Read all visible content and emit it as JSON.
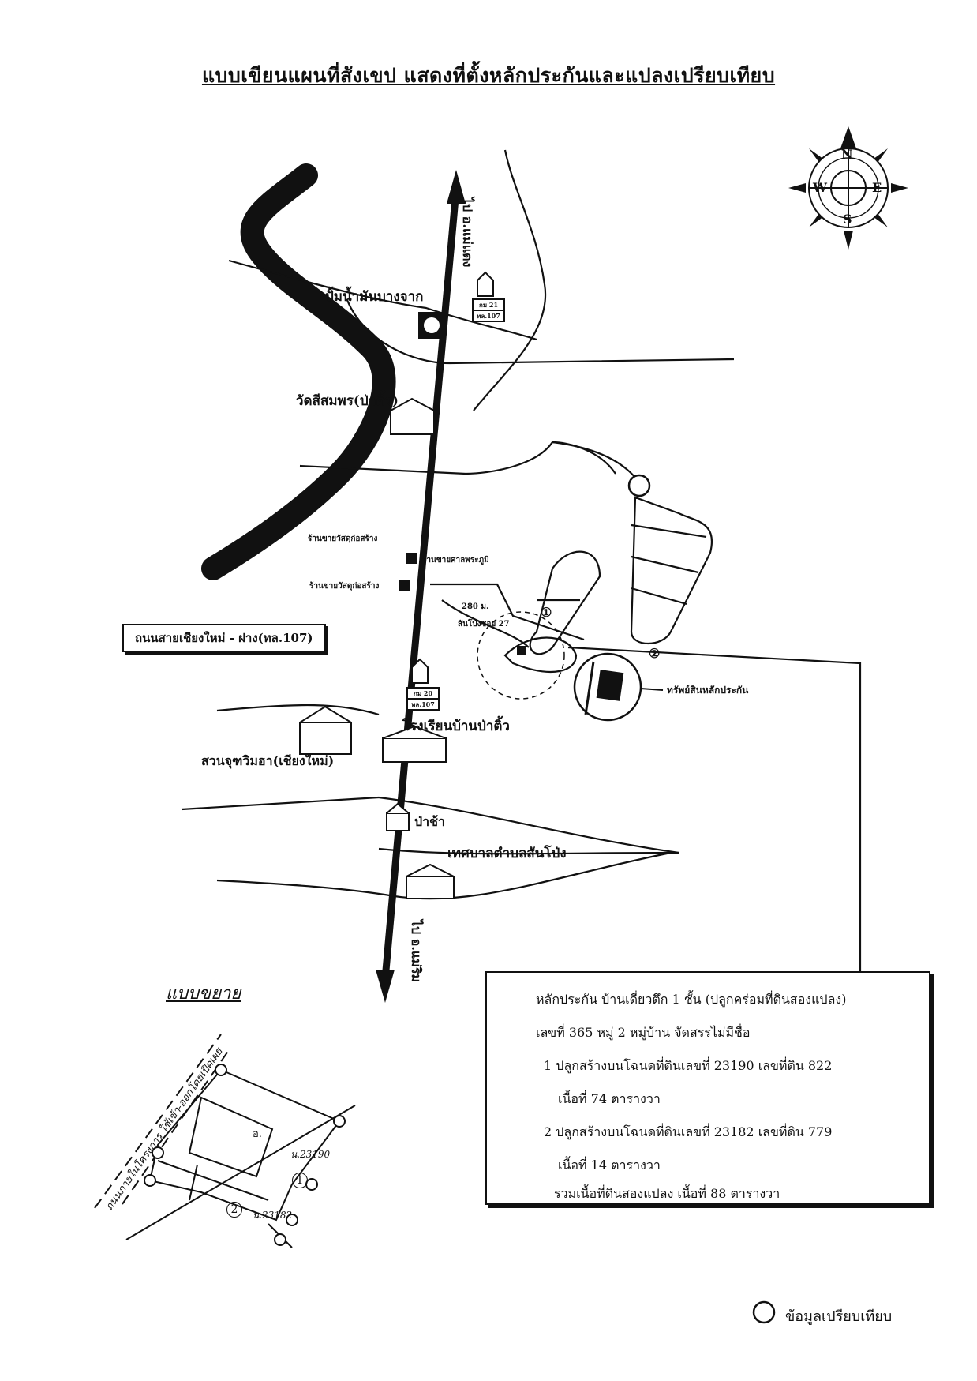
{
  "title": "แบบเขียนแผนที่สังเขป  แสดงที่ตั้งหลักประกันและแปลงเปรียบเทียบ",
  "compass": {
    "n": "N",
    "s": "S",
    "e": "E",
    "w": "W"
  },
  "directions": {
    "north": "ไป อ.แม่แตง",
    "south": "ไป อ.แม่ริม"
  },
  "landmarks": {
    "gas_station": "ปั้มน้ำมันบางจาก",
    "temple": "วัดสีสมพร(ป่าติ้ว)",
    "shop_1": "ร้านขายวัสดุก่อสร้าง",
    "shop_2": "ร้านขายศาลพระภูมิ",
    "shop_3": "ร้านขายวัสดุก่อสร้าง",
    "school": "โรงเรียนบ้านป่าติ้ว",
    "resort": "สวนจุฑวิมฮา(เชียงใหม่)",
    "cemetery": "ป่าช้า",
    "municipality": "เทศบาลตำบลสันโป่ง"
  },
  "road_name": "ถนนสายเชียงใหม่ - ฝาง(ทล.107)",
  "km_posts": [
    {
      "line1": "กม 21",
      "line2": "ทล.107"
    },
    {
      "line1": "กม 20",
      "line2": "ทล.107"
    }
  ],
  "distance_label": "280 ม.",
  "soi_label": "สันโป่งซอย 27",
  "collateral_label": "ทรัพย์สินหลักประกัน",
  "markers": [
    "①",
    "②"
  ],
  "legend": {
    "line1": "หลักประกัน  บ้านเดี่ยวตึก 1 ชั้น  (ปลูกคร่อมที่ดินสองแปลง)",
    "line2": "เลขที่ 365  หมู่ 2  หมู่บ้าน  จัดสรรไม่มีชื่อ",
    "line3": "1  ปลูกสร้างบนโฉนดที่ดินเลขที่ 23190  เลขที่ดิน 822",
    "line4": "เนื้อที่  74  ตารางวา",
    "line5": "2  ปลูกสร้างบนโฉนดที่ดินเลขที่ 23182  เลขที่ดิน 779",
    "line6": "เนื้อที่  14  ตารางวา",
    "line7": "รวมเนื้อที่ดินสองแปลง  เนื้อที่  88  ตารางวา"
  },
  "inset": {
    "title": "แบบขยาย",
    "road": "ถนนภายในโครงการ ใช้เข้า-ออกโดยเปิดเผย",
    "house": "อ.",
    "deed_1": "น.23190",
    "deed_2": "น.23182",
    "num_1": "1",
    "num_2": "2"
  },
  "comparison_legend": "ข้อมูลเปรียบเทียบ"
}
